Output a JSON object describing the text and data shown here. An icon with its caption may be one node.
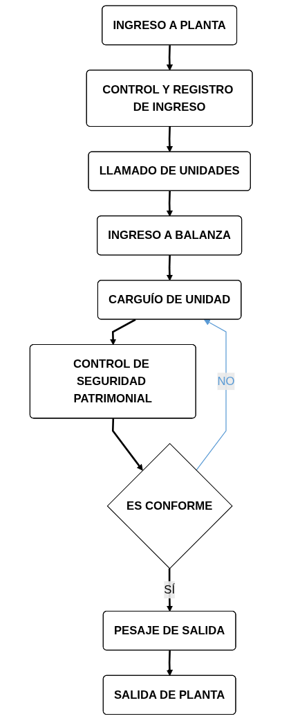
{
  "diagram": {
    "nodes": [
      {
        "text": [
          "INGRESO A PLANTA"
        ]
      },
      {
        "text": [
          "CONTROL Y REGISTRO DE INGRESO"
        ]
      },
      {
        "text": [
          "LLAMADO DE UNIDADES"
        ]
      },
      {
        "text": [
          "INGRESO A BALANZA"
        ]
      },
      {
        "text": [
          "CARGUÍO DE UNIDAD"
        ]
      },
      {
        "text": [
          "CONTROL DE SEGURIDAD PATRIMONIAL"
        ]
      },
      {
        "text": [
          "ES CONFORME"
        ]
      },
      {
        "text": [
          "PESAJE DE SALIDA"
        ]
      },
      {
        "text": [
          "SALIDA DE PLANTA"
        ]
      }
    ],
    "edges": [
      {
        "from": 0,
        "to": 1,
        "arrow": "to"
      },
      {
        "from": 1,
        "to": 2,
        "arrow": "to"
      },
      {
        "from": 2,
        "to": 3,
        "arrow": "to"
      },
      {
        "from": 3,
        "to": 4,
        "arrow": "to"
      },
      {
        "from": 4,
        "to": 5,
        "arrow": "to"
      },
      {
        "from": 5,
        "to": 6,
        "arrow": "to"
      },
      {
        "from": 6,
        "to": 7,
        "arrow": "to",
        "label": "SÍ"
      },
      {
        "from": 7,
        "to": 8,
        "arrow": "to"
      },
      {
        "from": 6,
        "to": 4,
        "arrow": "to",
        "label": "NO",
        "color": "#5b9bd5"
      }
    ]
  }
}
